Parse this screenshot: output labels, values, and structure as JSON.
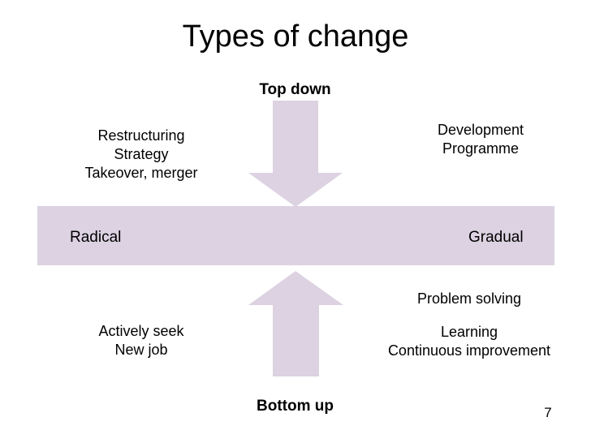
{
  "slide": {
    "title": "Types of change",
    "page_number": "7",
    "background_color": "#ffffff",
    "text_color": "#000000"
  },
  "axis": {
    "band_color": "#dcd2e2",
    "left_label": "Radical",
    "right_label": "Gradual"
  },
  "arrows": {
    "color": "#dcd2e2",
    "down": {
      "name": "down-arrow",
      "direction": "down",
      "caption": "Top down"
    },
    "up": {
      "name": "up-arrow",
      "direction": "up",
      "caption": "Bottom up"
    }
  },
  "quadrants": {
    "top_left": {
      "lines": [
        "Restructuring",
        "Strategy",
        "Takeover, merger"
      ]
    },
    "top_right": {
      "lines": [
        "Development",
        "Programme"
      ]
    },
    "bottom_left": {
      "lines": [
        "Actively seek",
        "New job"
      ]
    },
    "bottom_right": {
      "lines_group_1": [
        "Problem solving"
      ],
      "lines_group_2": [
        "Learning",
        "Continuous improvement"
      ]
    }
  },
  "chart_data": {
    "type": "diagram",
    "title": "Types of change",
    "description": "Two-axis matrix of organisational change types",
    "axes": [
      {
        "orientation": "horizontal",
        "left_pole": "Radical",
        "right_pole": "Gradual"
      },
      {
        "orientation": "vertical",
        "top_pole": "Top down",
        "bottom_pole": "Bottom up"
      }
    ],
    "quadrants": [
      {
        "position": "top-left",
        "vertical_pole": "Top down",
        "horizontal_pole": "Radical",
        "items": [
          "Restructuring",
          "Strategy",
          "Takeover, merger"
        ]
      },
      {
        "position": "top-right",
        "vertical_pole": "Top down",
        "horizontal_pole": "Gradual",
        "items": [
          "Development",
          "Programme"
        ]
      },
      {
        "position": "bottom-left",
        "vertical_pole": "Bottom up",
        "horizontal_pole": "Radical",
        "items": [
          "Actively seek",
          "New job"
        ]
      },
      {
        "position": "bottom-right",
        "vertical_pole": "Bottom up",
        "horizontal_pole": "Gradual",
        "items": [
          "Problem solving",
          "Learning",
          "Continuous improvement"
        ]
      }
    ]
  }
}
